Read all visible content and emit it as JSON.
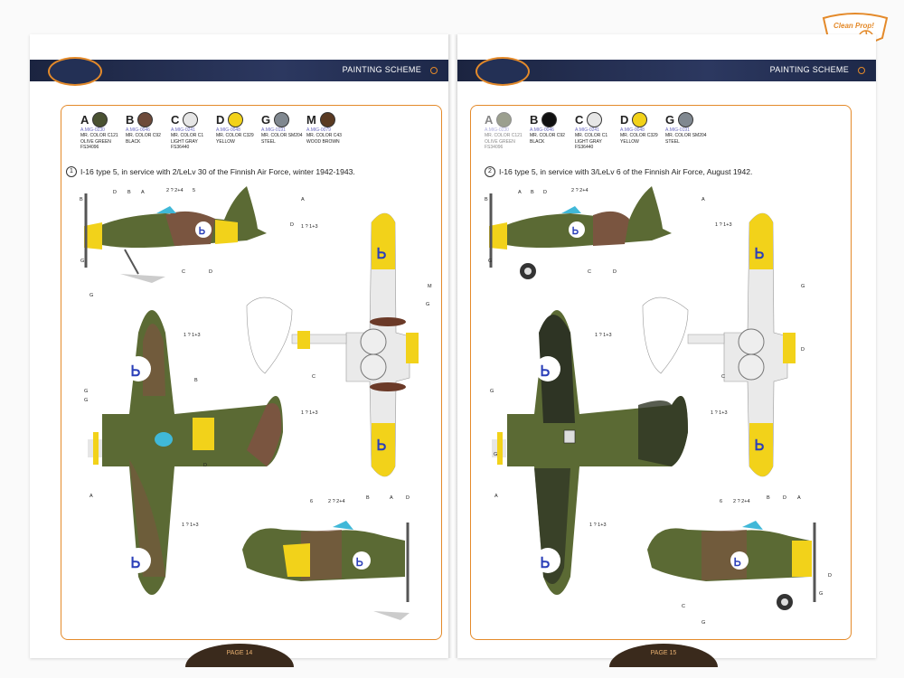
{
  "brand": {
    "name": "Clean Prop!"
  },
  "left_page": {
    "header_title": "PAINTING SCHEME",
    "page_label": "PAGE 14",
    "scheme_number": "1",
    "scheme_caption": "I-16 type 5, in service with 2/LeLv 30 of the Finnish Air Force, winter 1942-1943.",
    "colors": [
      {
        "letter": "A",
        "swatch": "#4a5232",
        "code": "A.MIG-0230",
        "lines": [
          "MR. COLOR C121",
          "OLIVE GREEN",
          "FS34096"
        ]
      },
      {
        "letter": "B",
        "swatch": "#6d4a3a",
        "code": "A.MIG-0046",
        "lines": [
          "MR. COLOR C92",
          "BLACK"
        ]
      },
      {
        "letter": "C",
        "swatch": "#e6e6e6",
        "code": "A.MIG-0241",
        "lines": [
          "MR. COLOR C1",
          "LIGHT GRAY",
          "FS36440"
        ]
      },
      {
        "letter": "D",
        "swatch": "#f2d21a",
        "code": "A.MIG-0048",
        "lines": [
          "MR. COLOR C329",
          "YELLOW"
        ]
      },
      {
        "letter": "G",
        "swatch": "#808890",
        "code": "A.MIG-0191",
        "lines": [
          "MR. COLOR SM204",
          "STEEL"
        ]
      },
      {
        "letter": "M",
        "swatch": "#5a3a22",
        "code": "A.MIG-0079",
        "lines": [
          "MR. COLOR C43",
          "WOOD BROWN"
        ]
      }
    ],
    "callouts": [
      "B",
      "D",
      "B",
      "A",
      "2 ? 2+4",
      "5",
      "G",
      "C",
      "D",
      "G",
      "A",
      "D",
      "1 ? 1+3",
      "B",
      "1 ? 1+3",
      "G",
      "G",
      "D",
      "A",
      "1 ? 1+3",
      "6",
      "2 ? 2+4",
      "B",
      "A",
      "D",
      "M",
      "G",
      "C",
      "1 ? 1+3"
    ]
  },
  "right_page": {
    "header_title": "PAINTING SCHEME",
    "page_label": "PAGE 15",
    "scheme_number": "2",
    "scheme_caption": "I-16 type 5, in service with 3/LeLv 6 of the Finnish Air Force, August 1942.",
    "colors": [
      {
        "letter": "A",
        "swatch": "#4a5232",
        "code": "A.MIG-0230",
        "lines": [
          "MR. COLOR C121",
          "OLIVE GREEN",
          "FS34096"
        ],
        "dim": true
      },
      {
        "letter": "B",
        "swatch": "#111111",
        "code": "A.MIG-0046",
        "lines": [
          "MR. COLOR C92",
          "BLACK"
        ]
      },
      {
        "letter": "C",
        "swatch": "#e6e6e6",
        "code": "A.MIG-0241",
        "lines": [
          "MR. COLOR C1",
          "LIGHT GRAY",
          "FS36440"
        ]
      },
      {
        "letter": "D",
        "swatch": "#f2d21a",
        "code": "A.MIG-0048",
        "lines": [
          "MR. COLOR C329",
          "YELLOW"
        ]
      },
      {
        "letter": "G",
        "swatch": "#808890",
        "code": "A.MIG-0191",
        "lines": [
          "MR. COLOR SM204",
          "STEEL"
        ]
      }
    ],
    "callouts": [
      "B",
      "A",
      "B",
      "D",
      "2 ? 2+4",
      "G",
      "C",
      "D",
      "1 ? 1+3",
      "A",
      "1 ? 1+3",
      "G",
      "C",
      "D",
      "1 ? 1+3",
      "G",
      "G",
      "A",
      "1 ? 1+3",
      "6",
      "2 ? 2+4",
      "B",
      "D",
      "A",
      "C",
      "G",
      "G",
      "D"
    ]
  },
  "palette": {
    "accent": "#e48a2a",
    "header": "#1f2a48",
    "olive": "#5b6a34",
    "brown": "#7a5540",
    "yellow": "#f2d21a",
    "roundel_blue": "#2b3fb8"
  }
}
